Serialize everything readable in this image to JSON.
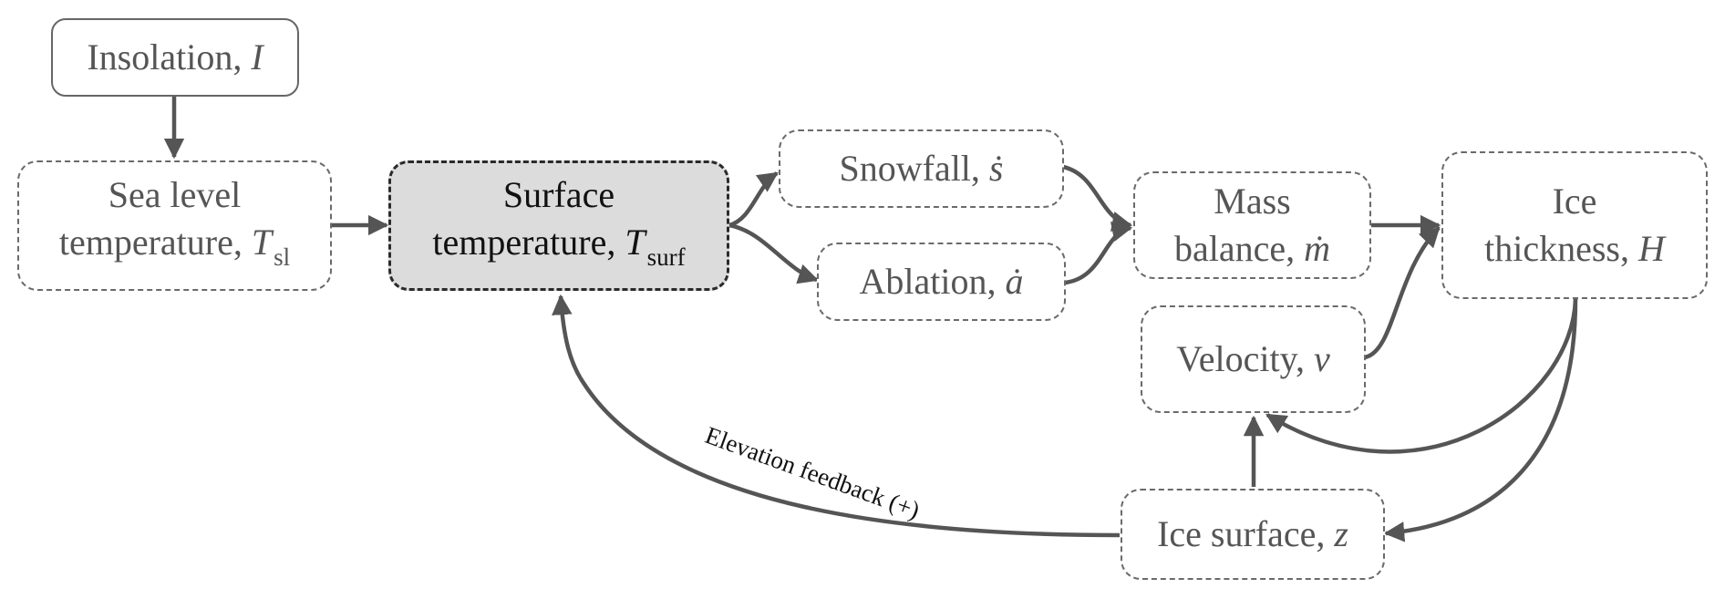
{
  "diagram": {
    "type": "flow-diagram",
    "nodes": [
      {
        "id": "insolation",
        "lines": [
          {
            "text": "Insolation, ",
            "symbol": "I",
            "subscript": ""
          }
        ],
        "style": "solid"
      },
      {
        "id": "sea-level-temperature",
        "lines": [
          {
            "text": "Sea level",
            "symbol": "",
            "subscript": ""
          },
          {
            "text": "temperature, ",
            "symbol": "T",
            "subscript": "sl"
          }
        ],
        "style": "dashed"
      },
      {
        "id": "surface-temperature",
        "lines": [
          {
            "text": "Surface",
            "symbol": "",
            "subscript": ""
          },
          {
            "text": "temperature, ",
            "symbol": "T",
            "subscript": "surf"
          }
        ],
        "style": "highlighted"
      },
      {
        "id": "snowfall",
        "lines": [
          {
            "text": "Snowfall, ",
            "symbol": "ṡ",
            "subscript": ""
          }
        ],
        "style": "dashed"
      },
      {
        "id": "ablation",
        "lines": [
          {
            "text": "Ablation, ",
            "symbol": "ȧ",
            "subscript": ""
          }
        ],
        "style": "dashed"
      },
      {
        "id": "mass-balance",
        "lines": [
          {
            "text": "Mass",
            "symbol": "",
            "subscript": ""
          },
          {
            "text": "balance, ",
            "symbol": "ṁ",
            "subscript": ""
          }
        ],
        "style": "dashed"
      },
      {
        "id": "ice-thickness",
        "lines": [
          {
            "text": "Ice",
            "symbol": "",
            "subscript": ""
          },
          {
            "text": "thickness, ",
            "symbol": "H",
            "subscript": ""
          }
        ],
        "style": "dashed"
      },
      {
        "id": "velocity",
        "lines": [
          {
            "text": "Velocity, ",
            "symbol": "v",
            "subscript": ""
          }
        ],
        "style": "dashed"
      },
      {
        "id": "ice-surface",
        "lines": [
          {
            "text": "Ice surface, ",
            "symbol": "z",
            "subscript": ""
          }
        ],
        "style": "dashed"
      }
    ],
    "edges": [
      {
        "from": "insolation",
        "to": "sea-level-temperature"
      },
      {
        "from": "sea-level-temperature",
        "to": "surface-temperature"
      },
      {
        "from": "surface-temperature",
        "to": "snowfall"
      },
      {
        "from": "surface-temperature",
        "to": "ablation"
      },
      {
        "from": "snowfall",
        "to": "mass-balance"
      },
      {
        "from": "ablation",
        "to": "mass-balance"
      },
      {
        "from": "mass-balance",
        "to": "ice-thickness"
      },
      {
        "from": "velocity",
        "to": "ice-thickness"
      },
      {
        "from": "ice-thickness",
        "to": "velocity"
      },
      {
        "from": "ice-thickness",
        "to": "ice-surface"
      },
      {
        "from": "ice-surface",
        "to": "velocity"
      },
      {
        "from": "ice-surface",
        "to": "surface-temperature",
        "label": "Elevation feedback (+)"
      }
    ]
  },
  "colors": {
    "edge": "#555555",
    "node_border": "#6a6a6a",
    "highlight_fill": "#dcdcdc",
    "text": "#555555"
  }
}
